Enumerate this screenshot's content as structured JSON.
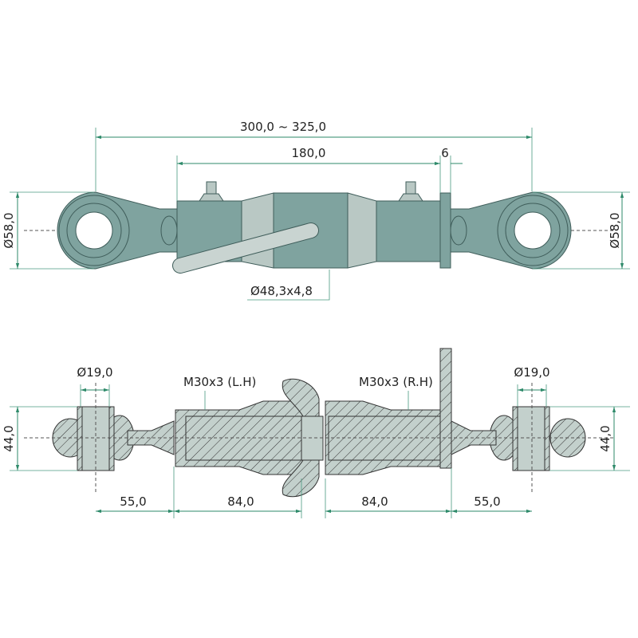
{
  "drawing": {
    "top_view": {
      "overall_length": "300,0 ~ 325,0",
      "tube_length": "180,0",
      "flange_width": "6",
      "eye_diameter_left": "Ø58,0",
      "eye_diameter_right": "Ø58,0",
      "tube_spec": "Ø48,3x4,8"
    },
    "section_view": {
      "pin_diameter_left": "Ø19,0",
      "pin_diameter_right": "Ø19,0",
      "thread_left": "M30x3 (L.H)",
      "thread_right": "M30x3 (R.H)",
      "eye_width_left": "44,0",
      "eye_width_right": "44,0",
      "dim_left_eye": "55,0",
      "dim_left_thread": "84,0",
      "dim_right_thread": "84,0",
      "dim_right_eye": "55,0"
    }
  },
  "colors": {
    "body": "#7fa39f",
    "light": "#b9c8c4",
    "dimension": "#2e8a6a"
  }
}
